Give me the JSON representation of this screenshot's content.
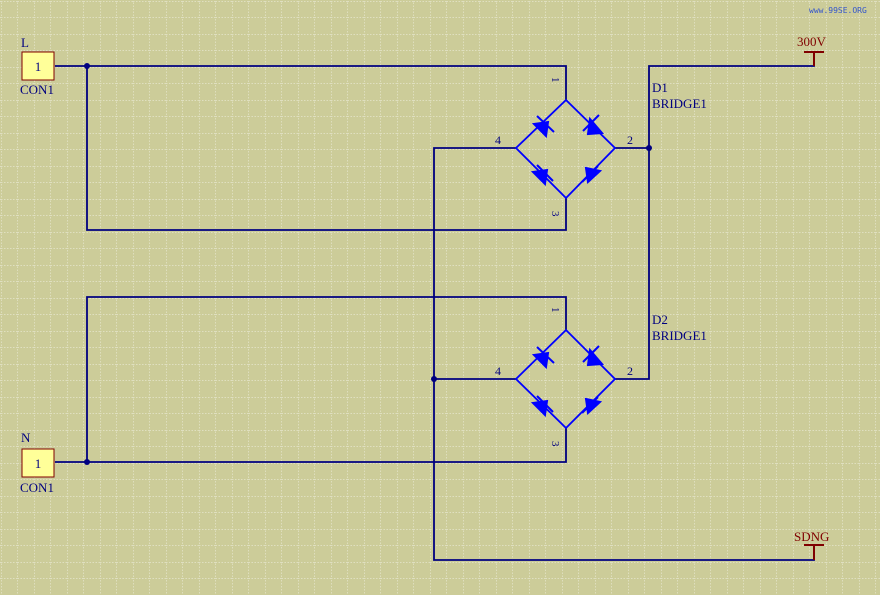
{
  "watermark": "www.99SE.ORG",
  "colors": {
    "background": "#cccc99",
    "grid": "#ffffff",
    "wire": "#000080",
    "diode": "#0000ff",
    "power_port": "#800000",
    "label": "#000080",
    "connector_fill": "#ffff99",
    "connector_border": "#800000"
  },
  "connectors": [
    {
      "net_label": "L",
      "pin": "1",
      "designator": "CON1"
    },
    {
      "net_label": "N",
      "pin": "1",
      "designator": "CON1"
    }
  ],
  "bridges": [
    {
      "designator": "D1",
      "type": "BRIDGE1",
      "pins": [
        "1",
        "2",
        "3",
        "4"
      ]
    },
    {
      "designator": "D2",
      "type": "BRIDGE1",
      "pins": [
        "1",
        "2",
        "3",
        "4"
      ]
    }
  ],
  "power_ports": [
    {
      "name": "300V"
    },
    {
      "name": "SDNG"
    }
  ]
}
